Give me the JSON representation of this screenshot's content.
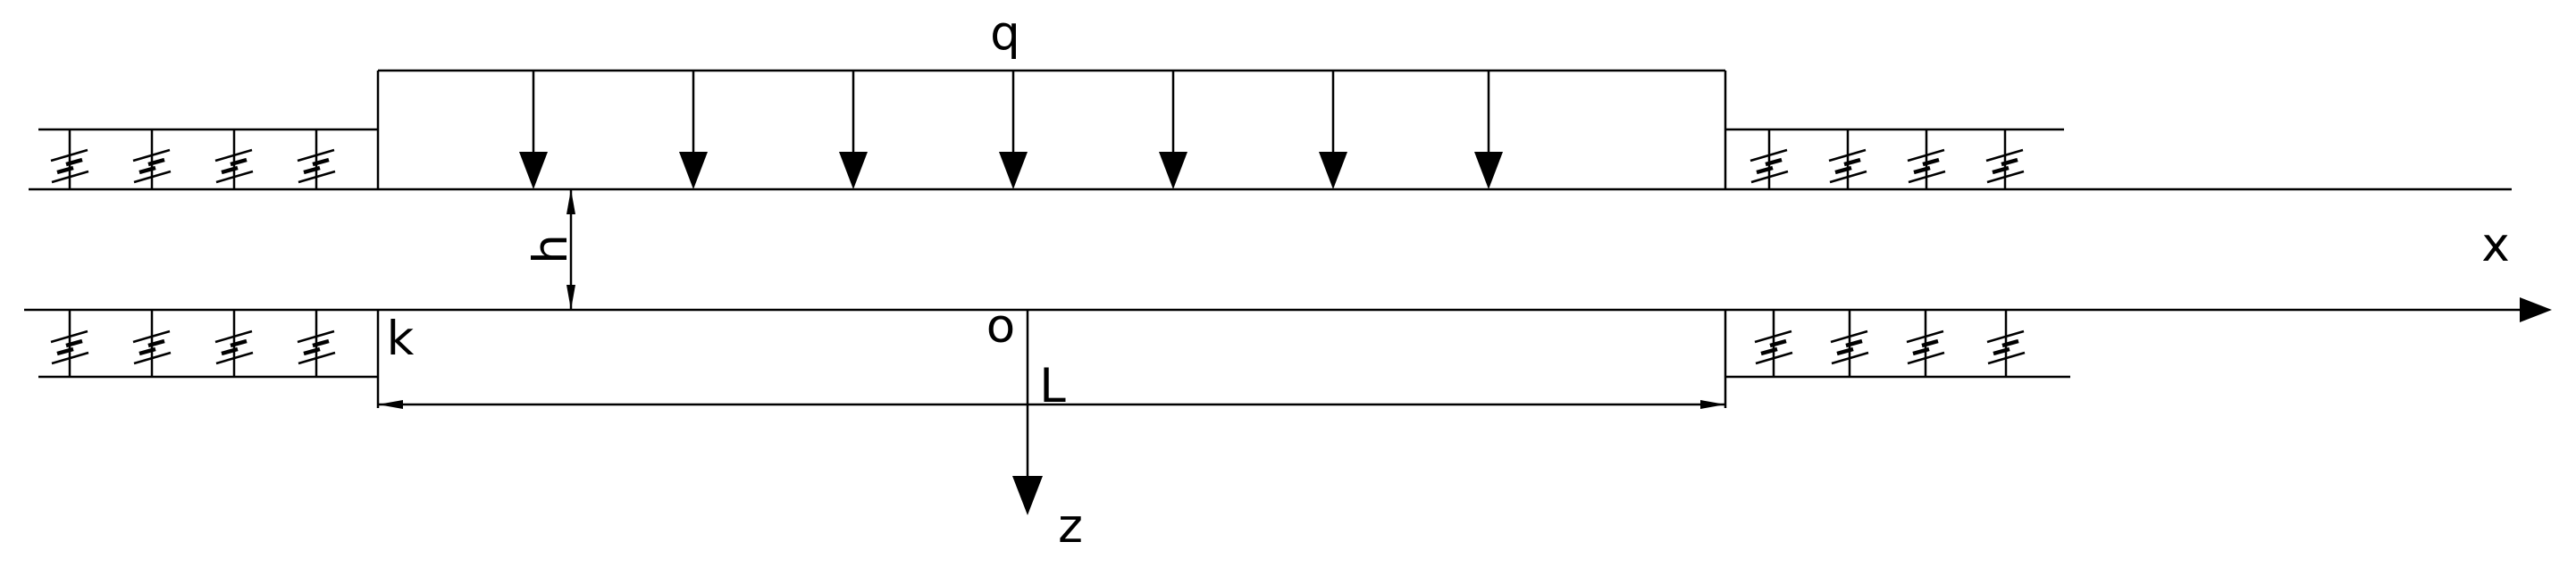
{
  "diagram": {
    "labels": {
      "load": "q",
      "depth": "h",
      "subgrade": "k",
      "origin": "o",
      "length": "L",
      "axis_x": "x",
      "axis_z": "z"
    },
    "colors": {
      "ink": "#000000",
      "background": "#ffffff"
    }
  }
}
